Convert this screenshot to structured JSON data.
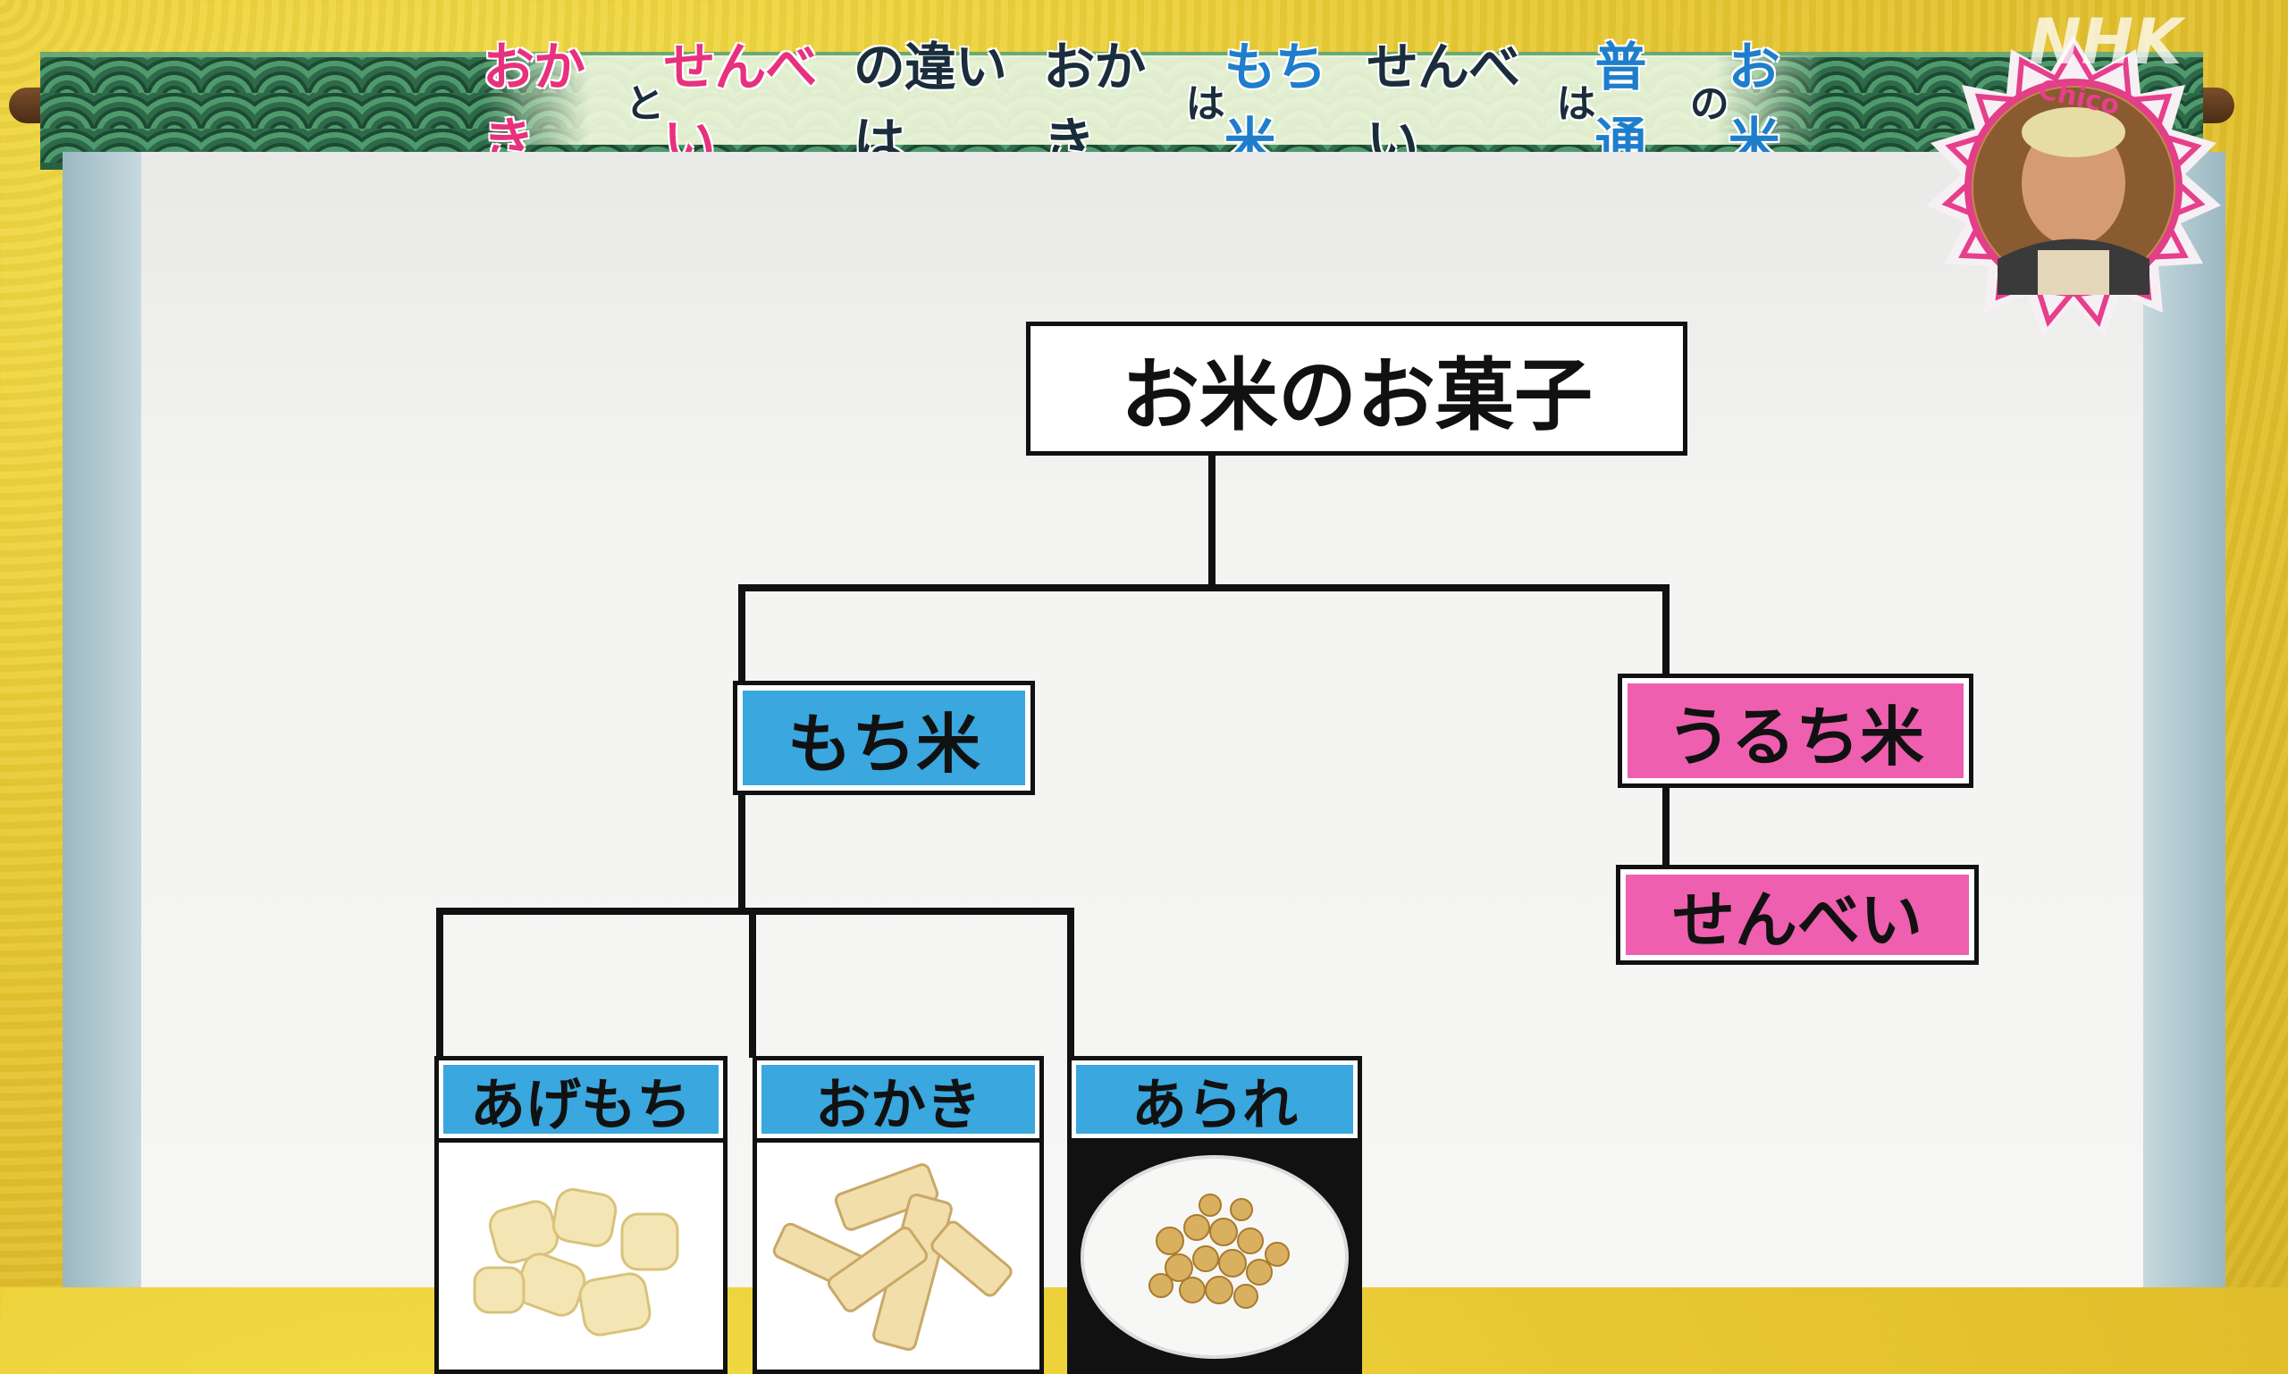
{
  "banner": {
    "parts": [
      {
        "text": "おかき",
        "color": "pink"
      },
      {
        "text": "と",
        "color": "dark",
        "small": true
      },
      {
        "text": "せんべい",
        "color": "pink"
      },
      {
        "text": "の違いは ",
        "color": "dark"
      },
      {
        "text": "おかき",
        "color": "dark"
      },
      {
        "text": "は",
        "color": "dark",
        "small": true
      },
      {
        "text": "もち米",
        "color": "blue"
      },
      {
        "text": " せんべい",
        "color": "dark"
      },
      {
        "text": "は",
        "color": "dark",
        "small": true
      },
      {
        "text": "普通",
        "color": "blue"
      },
      {
        "text": "の",
        "color": "dark",
        "small": true
      },
      {
        "text": "お米",
        "color": "blue"
      }
    ]
  },
  "chart": {
    "root": "お米のお菓子",
    "left_branch": "もち米",
    "right_branch": "うるち米",
    "right_child": "せんべい",
    "left_children": [
      {
        "label": "あげもち",
        "photo": "agemochi-photo"
      },
      {
        "label": "おかき",
        "photo": "okaki-photo"
      },
      {
        "label": "あられ",
        "photo": "arare-photo"
      }
    ]
  },
  "overlay": {
    "wipe_label": "Chico",
    "watermark": "NHK"
  },
  "colors": {
    "pink": "#e8317d",
    "blue": "#1f7ecb",
    "dark": "#1a2d3a",
    "box_blue": "#3aa7de",
    "box_pink": "#ee5fb0"
  }
}
